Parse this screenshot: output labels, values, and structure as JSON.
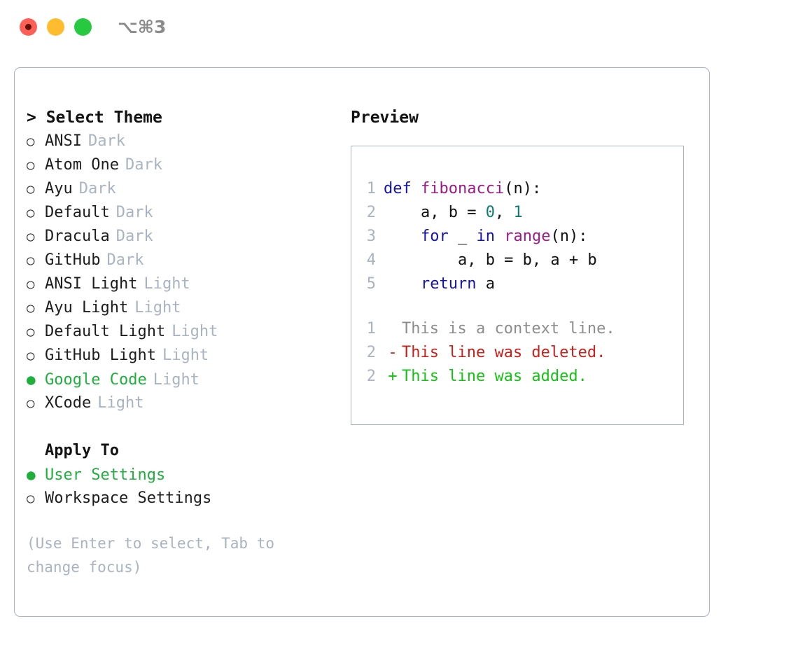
{
  "window": {
    "title": "⌥⌘3",
    "traffic_lights": [
      {
        "name": "close",
        "color": "#ff5f57"
      },
      {
        "name": "minimize",
        "color": "#febc2e"
      },
      {
        "name": "maximize",
        "color": "#26c940"
      }
    ]
  },
  "theme_list": {
    "header": "> Select Theme",
    "items": [
      {
        "marker": "○",
        "name": "ANSI",
        "tag": "Dark",
        "selected": false
      },
      {
        "marker": "○",
        "name": "Atom One",
        "tag": "Dark",
        "selected": false
      },
      {
        "marker": "○",
        "name": "Ayu",
        "tag": "Dark",
        "selected": false
      },
      {
        "marker": "○",
        "name": "Default",
        "tag": "Dark",
        "selected": false
      },
      {
        "marker": "○",
        "name": "Dracula",
        "tag": "Dark",
        "selected": false
      },
      {
        "marker": "○",
        "name": "GitHub",
        "tag": "Dark",
        "selected": false
      },
      {
        "marker": "○",
        "name": "ANSI Light",
        "tag": "Light",
        "selected": false
      },
      {
        "marker": "○",
        "name": "Ayu Light",
        "tag": "Light",
        "selected": false
      },
      {
        "marker": "○",
        "name": "Default Light",
        "tag": "Light",
        "selected": false
      },
      {
        "marker": "○",
        "name": "GitHub Light",
        "tag": "Light",
        "selected": false
      },
      {
        "marker": "●",
        "name": "Google Code",
        "tag": "Light",
        "selected": true
      },
      {
        "marker": "○",
        "name": "XCode",
        "tag": "Light",
        "selected": false
      }
    ]
  },
  "apply_to": {
    "header": "Apply To",
    "items": [
      {
        "marker": "●",
        "name": "User Settings",
        "selected": true
      },
      {
        "marker": "○",
        "name": "Workspace Settings",
        "selected": false
      }
    ]
  },
  "hint": "(Use Enter to select, Tab to change focus)",
  "preview": {
    "header": "Preview",
    "code_lines": [
      {
        "ln": "1",
        "tokens": [
          {
            "t": "def ",
            "c": "kw"
          },
          {
            "t": "fibonacci",
            "c": "fn"
          },
          {
            "t": "(n):",
            "c": "pl"
          }
        ]
      },
      {
        "ln": "2",
        "tokens": [
          {
            "t": "    a, b = ",
            "c": "pl"
          },
          {
            "t": "0",
            "c": "num"
          },
          {
            "t": ", ",
            "c": "pl"
          },
          {
            "t": "1",
            "c": "num"
          }
        ]
      },
      {
        "ln": "3",
        "tokens": [
          {
            "t": "    ",
            "c": "pl"
          },
          {
            "t": "for",
            "c": "kw"
          },
          {
            "t": " _ ",
            "c": "pl"
          },
          {
            "t": "in",
            "c": "kw"
          },
          {
            "t": " ",
            "c": "pl"
          },
          {
            "t": "range",
            "c": "fn"
          },
          {
            "t": "(n):",
            "c": "pl"
          }
        ]
      },
      {
        "ln": "4",
        "tokens": [
          {
            "t": "        a, b = b, a + b",
            "c": "pl"
          }
        ]
      },
      {
        "ln": "5",
        "tokens": [
          {
            "t": "    ",
            "c": "pl"
          },
          {
            "t": "return",
            "c": "kw"
          },
          {
            "t": " a",
            "c": "pl"
          }
        ]
      }
    ],
    "diff_lines": [
      {
        "ln": "1",
        "sign": " ",
        "text": "This is a context line.",
        "kind": "ctx"
      },
      {
        "ln": "2",
        "sign": "-",
        "text": "This line was deleted.",
        "kind": "del"
      },
      {
        "ln": "2",
        "sign": "+",
        "text": "This line was added.",
        "kind": "add"
      }
    ]
  },
  "colors": {
    "accent_green": "#1fb03c",
    "muted": "#a9b3c2",
    "border": "#a9b3c2",
    "keyword": "#1414a8",
    "function": "#9c1b8c",
    "number": "#0f7b74",
    "context": "#8d8d8d",
    "deleted": "#cc1f1a",
    "added": "#14c414"
  }
}
